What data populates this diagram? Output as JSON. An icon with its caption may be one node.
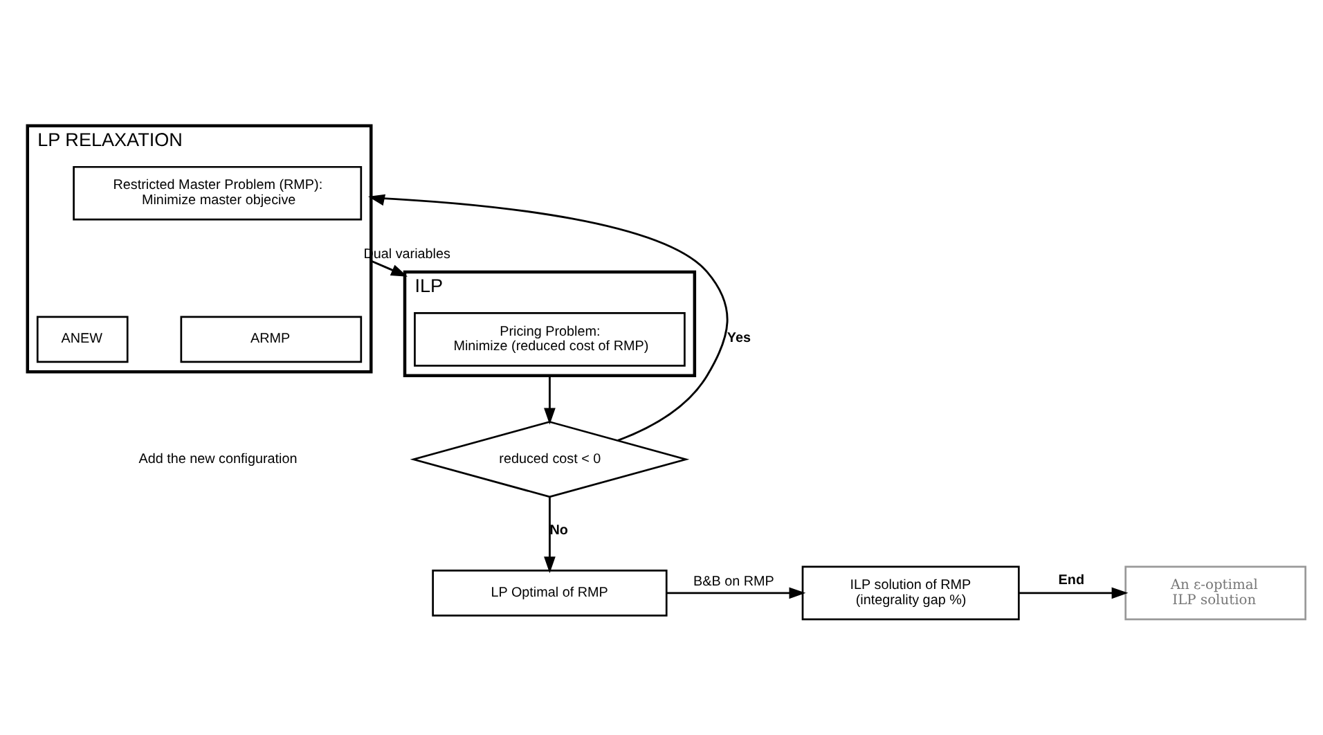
{
  "diagram": {
    "nodes": [
      {
        "text": [
          "LP RELAXATION"
        ]
      },
      {
        "text": [
          "Restricted Master Problem (RMP): Minimize master objecive"
        ],
        "in": 0
      },
      {
        "text": [
          "ARMP"
        ],
        "in": 0
      },
      {
        "text": [
          "ANEW"
        ],
        "in": 0
      },
      {
        "text": [
          "ILP"
        ]
      },
      {
        "text": [
          "Pricing Problem: Minimize (reduced cost of RMP)"
        ],
        "in": 4
      },
      {
        "text": [
          "reduced cost < 0"
        ]
      },
      {
        "text": [
          "LP Optimal of RMP"
        ]
      },
      {
        "text": [
          "ILP solution of RMP (integrality gap %)"
        ]
      },
      {
        "text": [
          "An ε-optimal ILP solution"
        ]
      }
    ],
    "edges": [
      {
        "from": 0,
        "to": 4,
        "arrow": "to",
        "label": "Dual variables"
      },
      {
        "from": 4,
        "to": 6,
        "arrow": "to"
      },
      {
        "from": 6,
        "to": 0,
        "arrow": "to",
        "label": "Yes"
      },
      {
        "from": 6,
        "to": 7,
        "arrow": "to",
        "label": "No"
      },
      {
        "from": 7,
        "to": 8,
        "arrow": "to",
        "label": "B&B on RMP"
      },
      {
        "from": 8,
        "to": 9,
        "arrow": "to",
        "label": "End"
      }
    ],
    "labels": [
      "Add the new configuration"
    ]
  }
}
